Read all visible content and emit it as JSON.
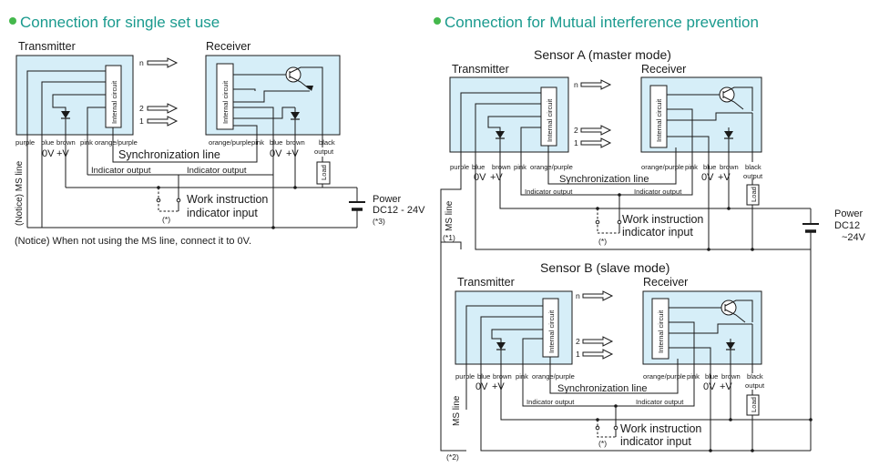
{
  "single": {
    "title": "Connection for single set use",
    "transmitter": "Transmitter",
    "receiver": "Receiver",
    "internal": "Internal circuit",
    "n": "n",
    "two": "2",
    "one": "1",
    "w_purple": "purple",
    "w_blue": "blue",
    "w_brown": "brown",
    "w_pink": "pink",
    "w_orange_purple": "orange/purple",
    "w_black": "black",
    "w_output": "output",
    "v0": "0V",
    "vplus": "+V",
    "sync": "Synchronization line",
    "indicator": "Indicator output",
    "ms_line": "(Notice) MS line",
    "load": "Load",
    "work1": "Work instruction",
    "work2": "indicator input",
    "star": "(*)",
    "power": "Power",
    "power_v": "DC12 - 24V",
    "power_note": "(*3)",
    "notice": "(Notice) When not using the MS line, connect it to 0V."
  },
  "mutual": {
    "title": "Connection for Mutual interference prevention",
    "sensor_a": "Sensor A (master mode)",
    "sensor_b": "Sensor B (slave mode)",
    "transmitter": "Transmitter",
    "receiver": "Receiver",
    "internal": "Internal circuit",
    "n": "n",
    "two": "2",
    "one": "1",
    "w_purple": "purple",
    "w_blue": "blue",
    "w_brown": "brown",
    "w_pink": "pink",
    "w_orange_purple": "orange/purple",
    "w_black": "black",
    "w_output": "output",
    "v0": "0V",
    "vplus": "+V",
    "sync": "Synchronization line",
    "indicator": "Indicator output",
    "ms_line": "MS line",
    "note1": "(*1)",
    "note2": "(*2)",
    "load": "Load",
    "work1": "Work instruction",
    "work2": "indicator input",
    "star": "(*)",
    "power": "Power",
    "power_v": "DC12",
    "power_v2": "~24V"
  },
  "colors": {
    "title": "#1a9a8e",
    "bullet": "#44b84c",
    "sensor_box": "#d6eef8",
    "line": "#1a1a1a"
  }
}
